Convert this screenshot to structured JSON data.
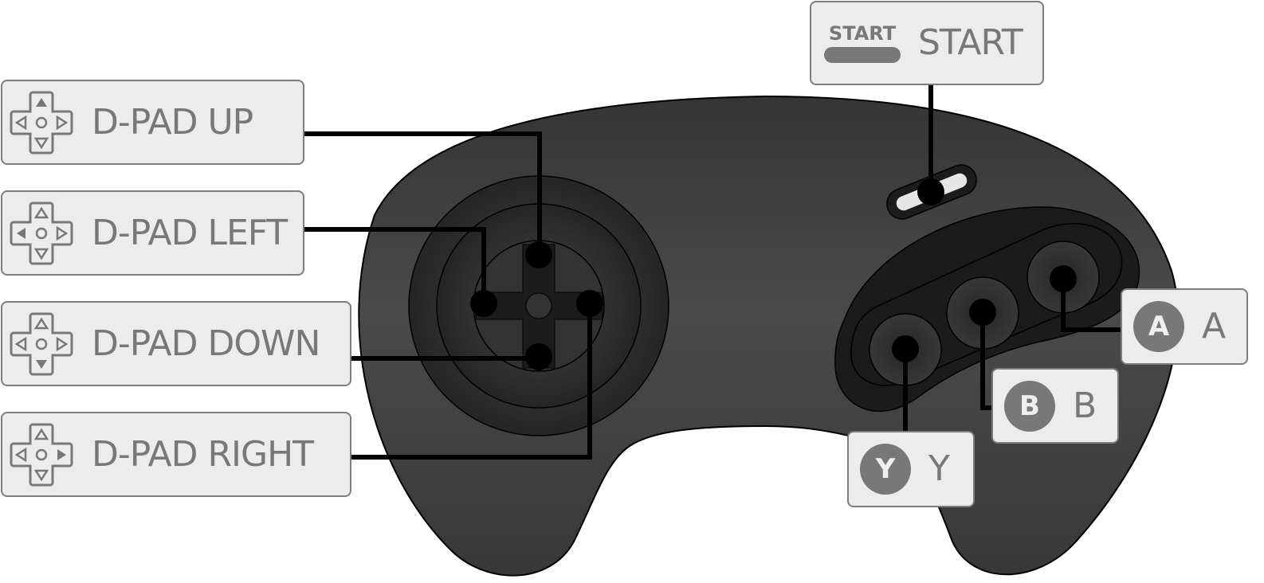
{
  "diagram": {
    "subject": "Sega Genesis 3-button style controller button mapping",
    "colors": {
      "background": "#ffffff",
      "controller_body": "#424242",
      "controller_outline": "#000000",
      "button_well": "#1c1c1c",
      "label_fill": "#ececec",
      "label_border": "#7d7d7d",
      "label_text": "#787878",
      "leader_line": "#000000",
      "start_button": "#e6e6e6"
    },
    "labels": [
      {
        "id": "dpad_up",
        "text": "D-PAD UP",
        "icon": "dpad-up-icon",
        "highlight": "up"
      },
      {
        "id": "dpad_left",
        "text": "D-PAD LEFT",
        "icon": "dpad-left-icon",
        "highlight": "left"
      },
      {
        "id": "dpad_down",
        "text": "D-PAD DOWN",
        "icon": "dpad-down-icon",
        "highlight": "down"
      },
      {
        "id": "dpad_right",
        "text": "D-PAD RIGHT",
        "icon": "dpad-right-icon",
        "highlight": "right"
      },
      {
        "id": "start",
        "text": "START",
        "icon_text": "START",
        "icon": "start-button-icon"
      },
      {
        "id": "a",
        "text": "A",
        "badge": "A",
        "icon": "a-button-icon"
      },
      {
        "id": "b",
        "text": "B",
        "badge": "B",
        "icon": "b-button-icon"
      },
      {
        "id": "y",
        "text": "Y",
        "badge": "Y",
        "icon": "y-button-icon"
      }
    ]
  }
}
